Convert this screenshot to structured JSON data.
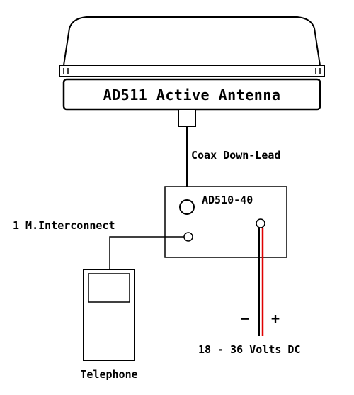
{
  "antenna": {
    "label": "AD511 Active Antenna"
  },
  "cable": {
    "label": "Coax Down-Lead"
  },
  "module": {
    "label": "AD510-40"
  },
  "interconnect": {
    "label": "1 M.Interconnect"
  },
  "power": {
    "minus_label": "−",
    "plus_label": "+",
    "label": "18 - 36 Volts DC",
    "positive_wire_color": "#e00000",
    "negative_wire_color": "#000000"
  },
  "telephone": {
    "label": "Telephone"
  }
}
